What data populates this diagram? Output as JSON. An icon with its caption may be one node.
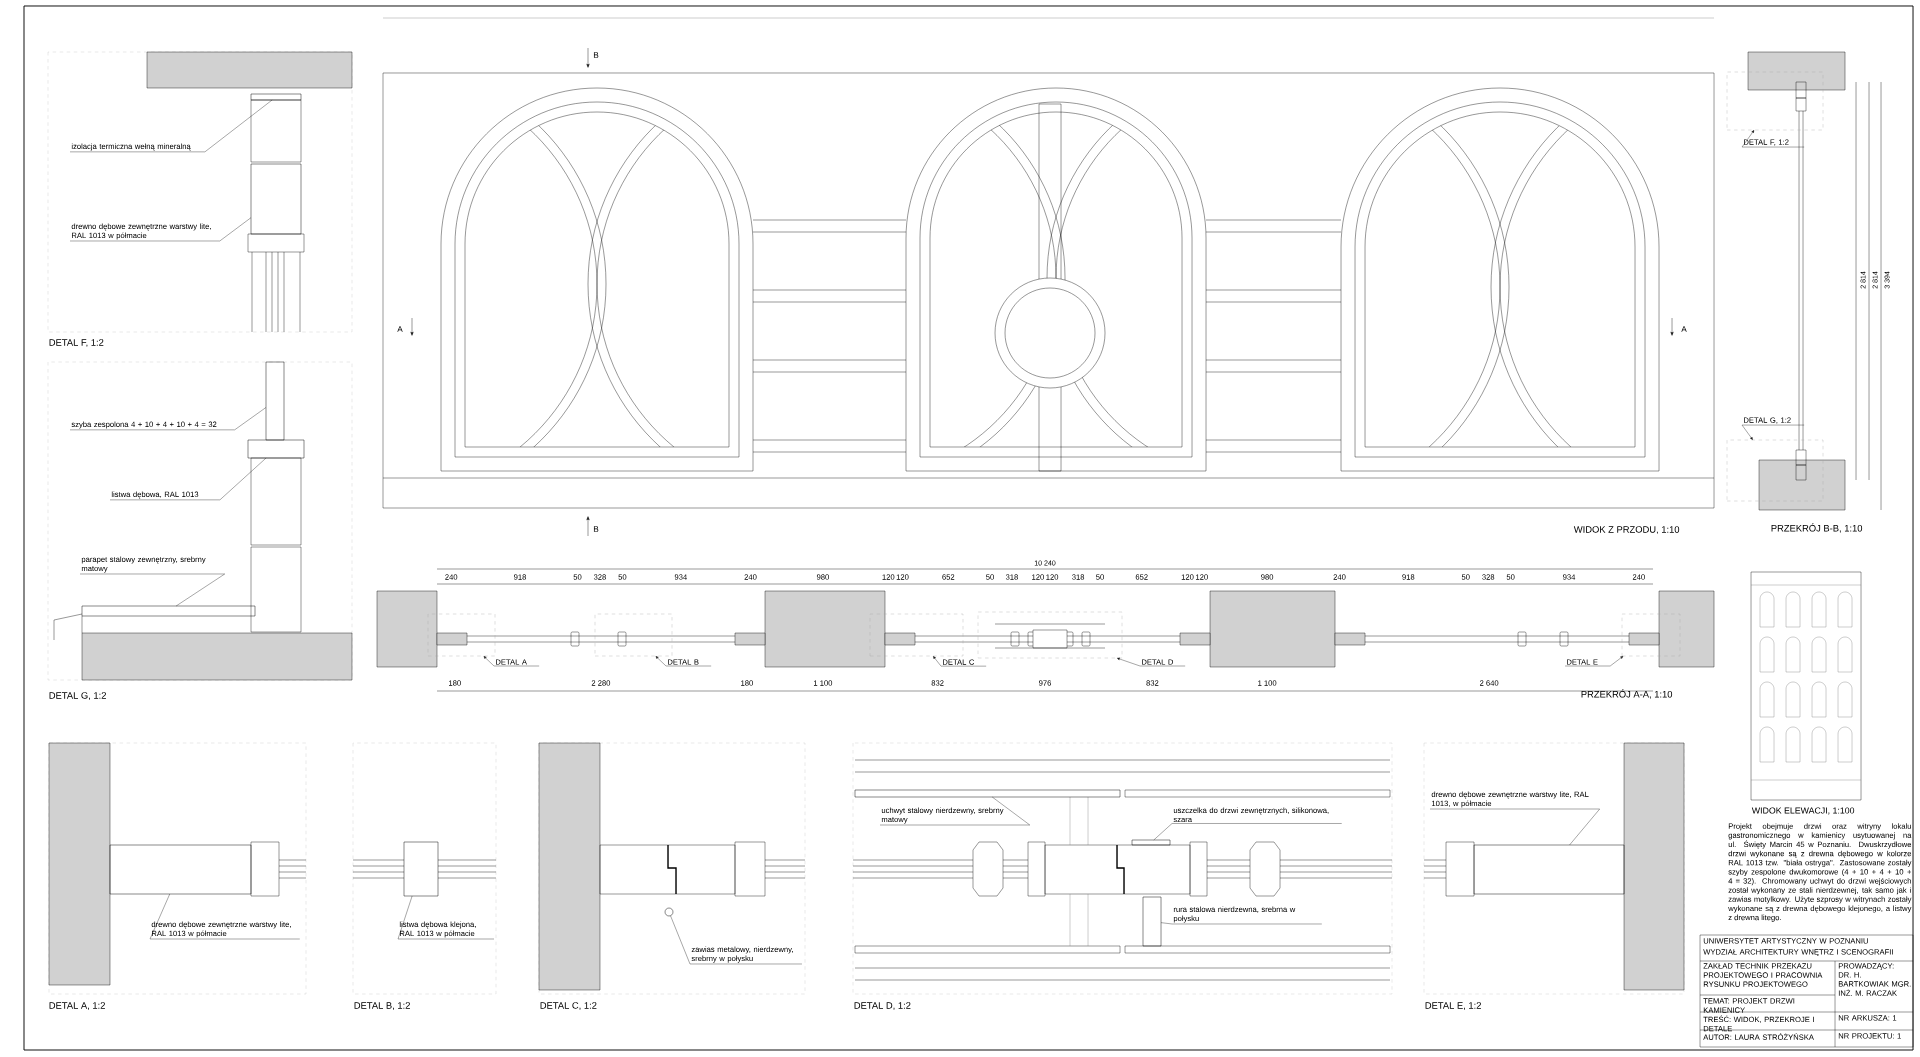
{
  "diagram": {
    "nodes": [
      {
        "text": [
          "izolacja termiczna wełną mineralną"
        ]
      },
      {
        "text": [
          "drewno dębowe zewnętrzne warstwy lite, RAL 1013 w półmacie"
        ]
      },
      {
        "text": [
          "szyba zespolona 4 + 10 + 4 + 10 + 4 = 32"
        ]
      },
      {
        "text": [
          "listwa dębowa, RAL 1013"
        ]
      },
      {
        "text": [
          "parapet stalowy zewnętrzny, srebrny matowy"
        ]
      },
      {
        "text": [
          "drewno dębowe zewnętrzne warstwy lite, RAL 1013 w półmacie"
        ]
      },
      {
        "text": [
          "listwa dębowa klejona, RAL 1013 w półmacie"
        ]
      },
      {
        "text": [
          "zawias metalowy, nierdzewny, srebrny w połysku"
        ]
      },
      {
        "text": [
          "uchwyt stalowy nierdzewny, srebrny matowy"
        ]
      },
      {
        "text": [
          "uszczelka do drzwi zewnętrznych, silikonowa, szara"
        ]
      },
      {
        "text": [
          "rura stalowa nierdzewna, srebrna w połysku"
        ]
      },
      {
        "text": [
          "drewno dębowe zewnętrzne warstwy lite, RAL 1013, w półmacie"
        ]
      },
      {
        "text": [
          "DETAL A"
        ]
      },
      {
        "text": [
          "DETAL B"
        ]
      },
      {
        "text": [
          "DETAL C"
        ]
      },
      {
        "text": [
          "DETAL D"
        ]
      },
      {
        "text": [
          "DETAL E"
        ]
      },
      {
        "text": [
          "DETAL F, 1:2"
        ]
      },
      {
        "text": [
          "DETAL G, 1:2"
        ]
      },
      {
        "text": [],
        "shape": "box"
      },
      {
        "text": [],
        "shape": "box"
      },
      {
        "text": [],
        "shape": "box"
      },
      {
        "text": [],
        "shape": "box"
      },
      {
        "text": [],
        "shape": "bar"
      },
      {
        "text": [],
        "shape": "box"
      },
      {
        "text": [],
        "shape": "octagon"
      },
      {
        "text": [],
        "shape": "circle"
      },
      {
        "text": [],
        "shape": "bar"
      },
      {
        "text": [],
        "shape": "bar"
      },
      {
        "text": [],
        "shape": "bar"
      },
      {
        "text": [],
        "shape": "box"
      },
      {
        "text": [],
        "shape": "box"
      },
      {
        "text": [],
        "shape": "box"
      },
      {
        "text": [],
        "shape": "box"
      },
      {
        "text": [],
        "shape": "box"
      },
      {
        "text": [],
        "shape": "box"
      },
      {
        "text": [],
        "shape": "box"
      },
      {
        "text": [],
        "shape": "box"
      }
    ],
    "edges": [
      {
        "from": 0,
        "to": 19,
        "arrow": "none"
      },
      {
        "from": 1,
        "to": 20,
        "arrow": "none"
      },
      {
        "from": 2,
        "to": 21,
        "arrow": "none"
      },
      {
        "from": 3,
        "to": 22,
        "arrow": "none"
      },
      {
        "from": 4,
        "to": 23,
        "arrow": "none"
      },
      {
        "from": 5,
        "to": 24,
        "arrow": "none"
      },
      {
        "from": 6,
        "to": 25,
        "arrow": "none"
      },
      {
        "from": 7,
        "to": 26,
        "arrow": "none"
      },
      {
        "from": 8,
        "to": 27,
        "arrow": "none"
      },
      {
        "from": 9,
        "to": 28,
        "arrow": "none"
      },
      {
        "from": 10,
        "to": 29,
        "arrow": "none"
      },
      {
        "from": 11,
        "to": 30,
        "arrow": "none"
      },
      {
        "from": 12,
        "to": 31,
        "arrow": "to"
      },
      {
        "from": 13,
        "to": 32,
        "arrow": "to"
      },
      {
        "from": 14,
        "to": 33,
        "arrow": "to"
      },
      {
        "from": 15,
        "to": 34,
        "arrow": "to"
      },
      {
        "from": 16,
        "to": 35,
        "arrow": "to"
      },
      {
        "from": 17,
        "to": 36,
        "arrow": "to"
      },
      {
        "from": 18,
        "to": 37,
        "arrow": "to"
      }
    ],
    "labels": [
      "B",
      "2 814",
      "2 814",
      "3 394",
      "A",
      "A",
      "DETAL F, 1:2",
      "B",
      "WIDOK Z PRZODU, 1:10",
      "PRZEKRÓJ B-B, 1:10",
      "10 240",
      "240",
      "918",
      "50",
      "328",
      "50",
      "934",
      "240",
      "980",
      "120",
      "120",
      "652",
      "50",
      "318",
      "120",
      "120",
      "318",
      "50",
      "652",
      "120",
      "120",
      "980",
      "240",
      "918",
      "50",
      "328",
      "50",
      "934",
      "240",
      "180",
      "2 280",
      "180",
      "1 100",
      "832",
      "976",
      "832",
      "1 100",
      "2 640",
      "DETAL G, 1:2",
      "PRZEKRÓJ A-A, 1:10",
      "WIDOK ELEWACJI, 1:100",
      "Projekt obejmuje drzwi oraz witryny lokalu gastronomicznego w kamienicy usytuowanej na ul. Święty Marcin 45 w Poznaniu. Dwuskrzydłowe drzwi wykonane są z drewna dębowego w kolorze RAL 1013 tzw. \"biała ostryga\". Zastosowane zostały szyby zespolone dwukomorowe (4 + 10 + 4 + 10 + 4 = 32). Chromowany uchwyt do drzwi wejściowych został wykonany ze stali nierdzewnej, tak samo jak i zawias motylkowy. Użyte szprosy w witrynach zostały wykonane są z drewna dębowego klejonego, a listwy z drewna litego.",
      "UNIWERSYTET ARTYSTYCZNY W POZNANIU",
      "WYDZIAŁ ARCHITEKTURY WNĘTRZ I SCENOGRAFII",
      "ZAKŁAD TECHNIK PRZEKAZU PROJEKTOWEGO I PRACOWNIA RYSUNKU PROJEKTOWEGO",
      "PROWADZĄCY:",
      "DR. H. BARTKOWIAK MGR. INŻ. M. RACZAK",
      "TEMAT: PROJEKT DRZWI KAMIENICY",
      "TREŚĆ: WIDOK, PRZEKROJE I DETALE",
      "NR ARKUSZA: 1",
      "AUTOR: LAURA STRÓŻYŃSKA",
      "NR PROJEKTU: 1",
      "DETAL A, 1:2",
      "DETAL B, 1:2",
      "DETAL C, 1:2",
      "DETAL D, 1:2",
      "DETAL E, 1:2"
    ]
  }
}
